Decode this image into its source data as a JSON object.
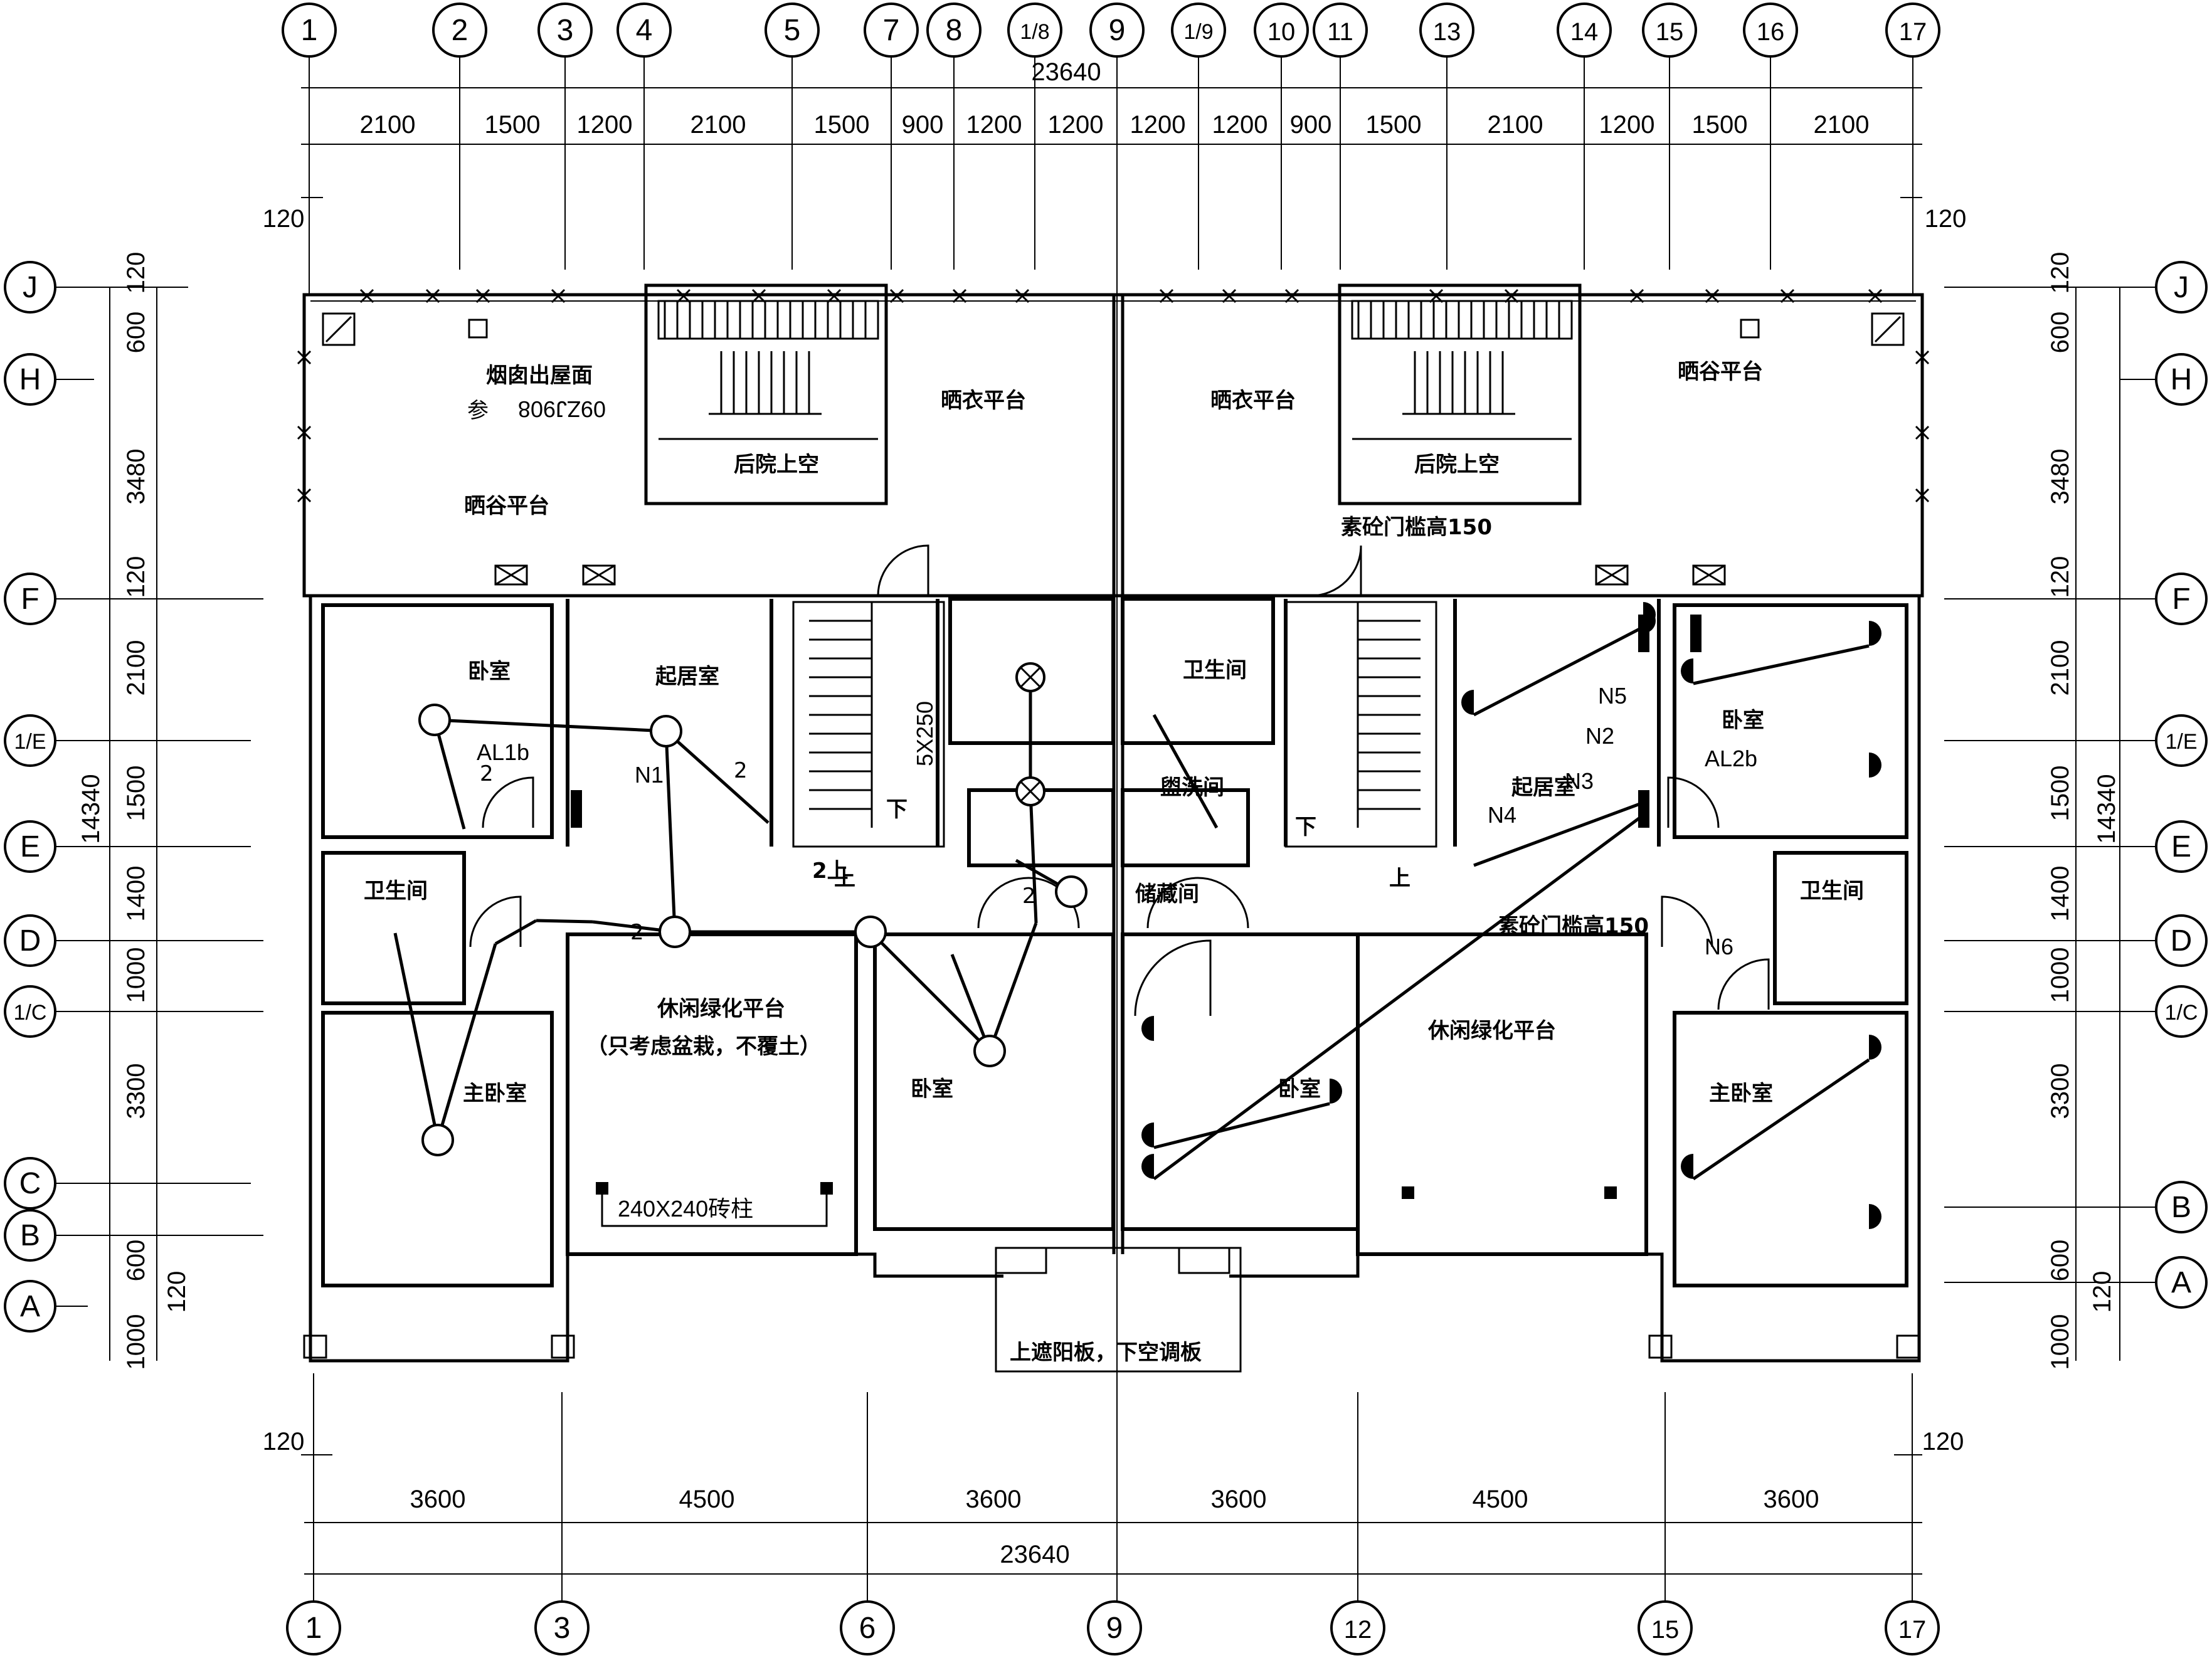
{
  "axes": {
    "top": [
      "1",
      "2",
      "3",
      "4",
      "5",
      "7",
      "8",
      "1/8",
      "9",
      "1/9",
      "10",
      "11",
      "13",
      "14",
      "15",
      "16",
      "17"
    ],
    "bottom": [
      "1",
      "3",
      "6",
      "9",
      "12",
      "15",
      "17"
    ],
    "left": [
      "J",
      "H",
      "F",
      "1/E",
      "E",
      "D",
      "1/C",
      "C",
      "B",
      "A"
    ],
    "right": [
      "J",
      "H",
      "F",
      "1/E",
      "E",
      "D",
      "1/C",
      "B",
      "A"
    ]
  },
  "dimensions": {
    "top_total": "23640",
    "top_segments": [
      "2100",
      "1500",
      "1200",
      "2100",
      "1500",
      "900",
      "1200",
      "1200",
      "1200",
      "1200",
      "900",
      "1500",
      "2100",
      "1200",
      "1500",
      "2100"
    ],
    "top_left_offset": "120",
    "top_right_offset": "120",
    "bottom_segments": [
      "3600",
      "4500",
      "3600",
      "3600",
      "4500",
      "3600"
    ],
    "bottom_total": "23640",
    "bottom_left_offset": "120",
    "bottom_right_offset": "120",
    "left_total": "14340",
    "right_total": "14340",
    "side_segments": [
      "120",
      "600",
      "3480",
      "120",
      "2100",
      "1500",
      "1400",
      "1000",
      "3300",
      "600",
      "120",
      "1000"
    ]
  },
  "rooms": {
    "drying_platform_left": "晒谷平台",
    "chimney_roof": "烟囱出屋面",
    "chimney_code": "09ZJ908",
    "chimney_prefix": "参",
    "clothes_terrace_left": "晒衣平台",
    "clothes_terrace_right": "晒衣平台",
    "backyard_void_left": "后院上空",
    "backyard_void_right": "后院上空",
    "drying_platform_right": "晒谷平台",
    "concrete_sill": "素砼门槛高150",
    "concrete_sill_2": "素砼门槛高150",
    "bedroom_left": "卧室",
    "living_left": "起居室",
    "bathroom_center": "卫生间",
    "washroom": "盥洗间",
    "storage": "储藏间",
    "living_right": "起居室",
    "bedroom_right": "卧室",
    "bathroom_left": "卫生间",
    "bathroom_right": "卫生间",
    "garden_left": "休闲绿化平台",
    "garden_left_note": "（只考虑盆栽，不覆土）",
    "garden_right": "休闲绿化平台",
    "column_note": "240X240砖柱",
    "master_left": "主卧室",
    "bedroom_center": "卧室",
    "bedroom_center_right": "卧室",
    "master_right": "主卧室",
    "sunshade_note": "上遮阳板，下空调板",
    "stair_dim": "5X250",
    "down_1": "下",
    "down_2": "下",
    "up_1": "上",
    "up_2": "上",
    "up_3": "2上"
  },
  "electrical": {
    "panel_left": "AL1b",
    "panel_right": "AL2b",
    "circuits": [
      "N1",
      "N2",
      "N3",
      "N4",
      "N5",
      "N6"
    ],
    "wire_count": "2"
  }
}
